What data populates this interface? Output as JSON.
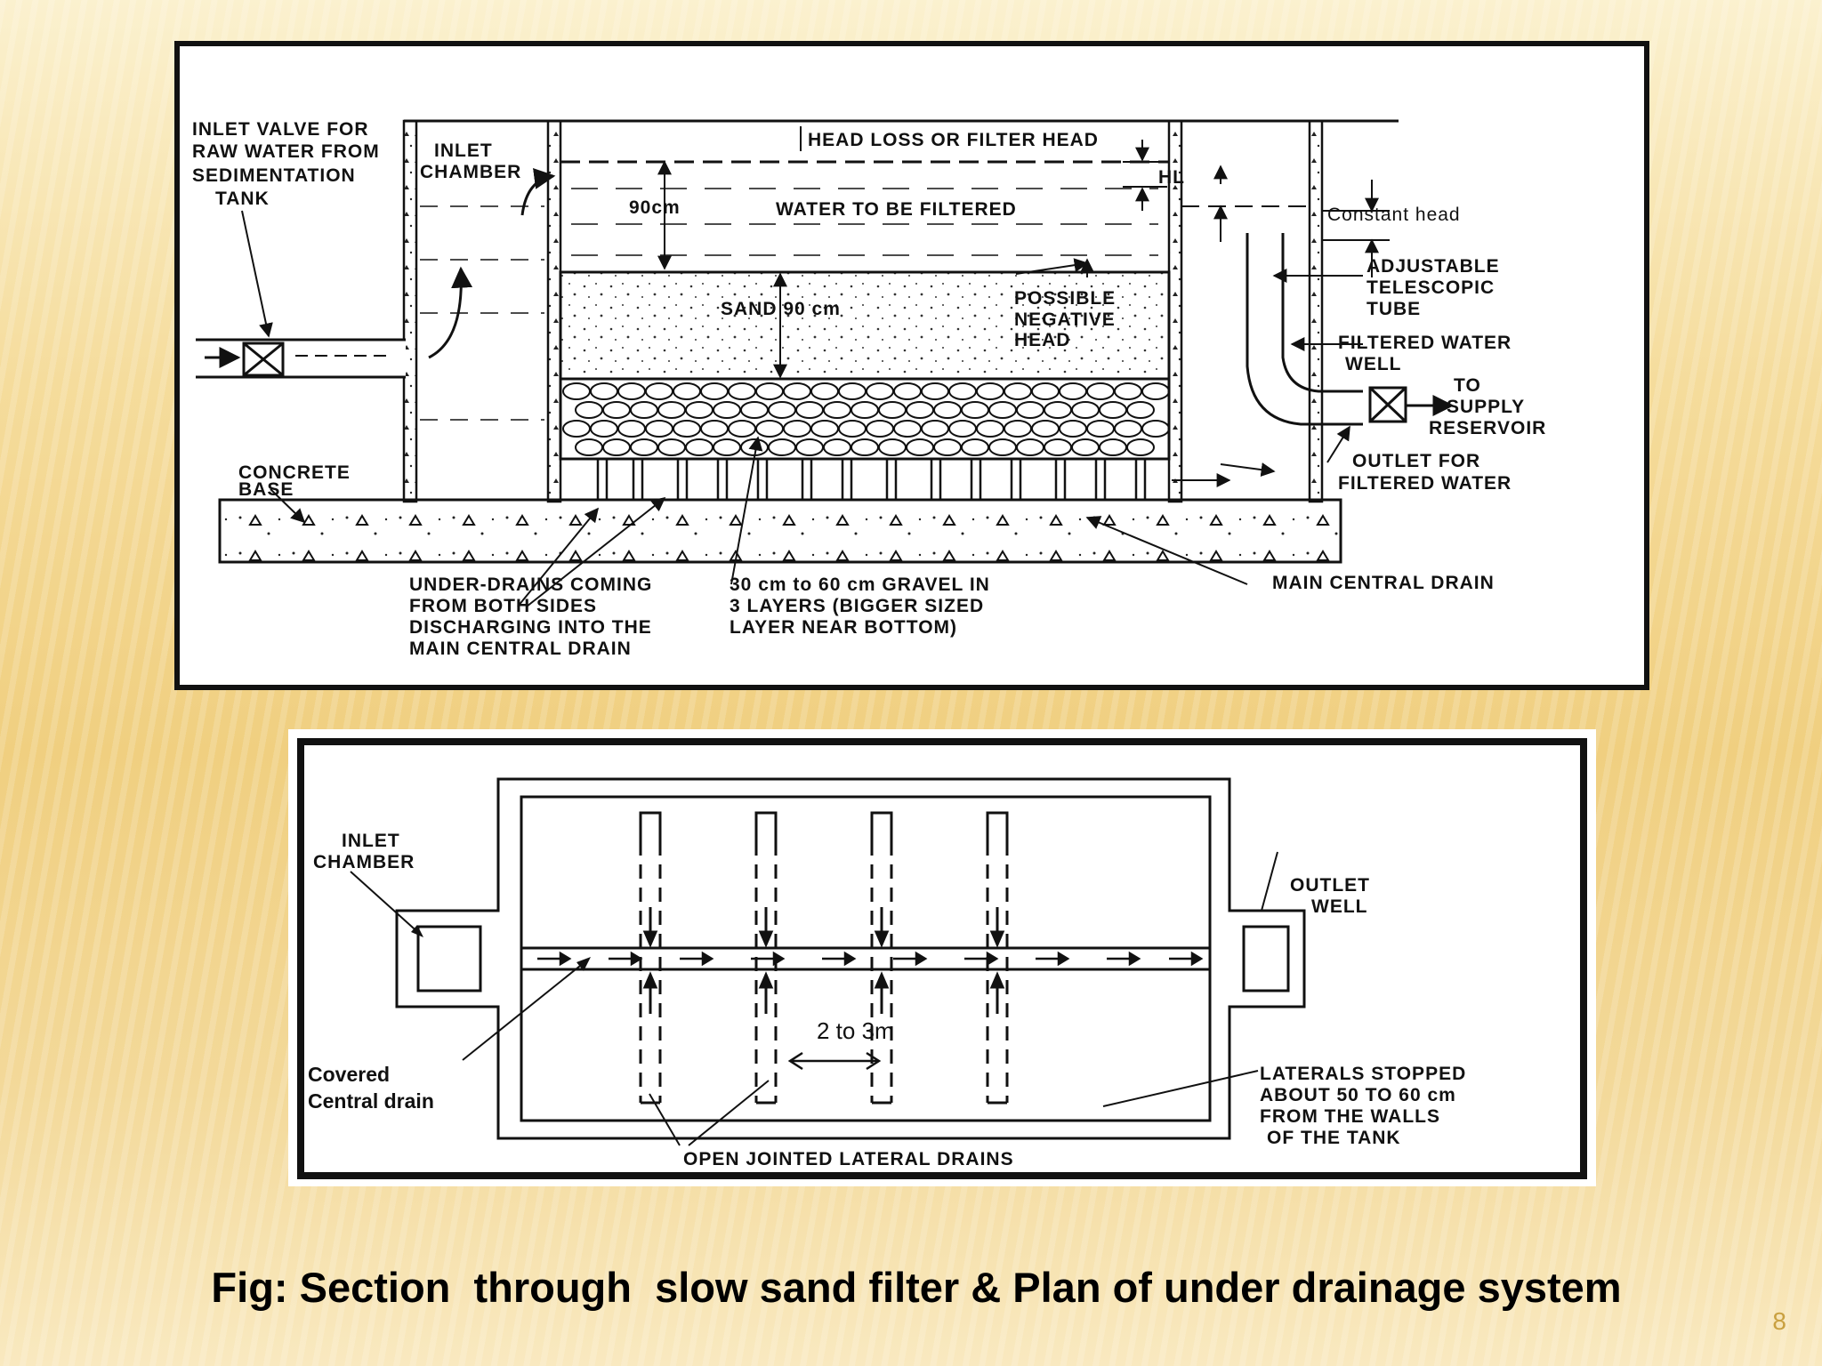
{
  "section": {
    "inlet_valve_label": [
      "INLET VALVE FOR",
      "RAW WATER FROM",
      "SEDIMENTATION",
      "TANK"
    ],
    "inlet_chamber_label": [
      "INLET",
      "CHAMBER"
    ],
    "head_loss_label": "HEAD LOSS OR FILTER HEAD",
    "hl_label": "HL",
    "water_depth_label": "90cm",
    "water_label": "WATER TO BE FILTERED",
    "sand_label": "SAND 90 cm",
    "negative_head_label": [
      "POSSIBLE",
      "NEGATIVE",
      "HEAD"
    ],
    "constant_head_label": "Constant head",
    "telescopic_tube_label": [
      "ADJUSTABLE",
      "TELESCOPIC",
      "TUBE"
    ],
    "filtered_well_label": [
      "FILTERED WATER",
      "WELL"
    ],
    "supply_label": [
      "TO",
      "SUPPLY",
      "RESERVOIR"
    ],
    "outlet_label": [
      "OUTLET FOR",
      "FILTERED WATER"
    ],
    "concrete_base_label": [
      "CONCRETE",
      "BASE"
    ],
    "under_drains_label": [
      "UNDER-DRAINS COMING",
      "FROM BOTH SIDES",
      "DISCHARGING INTO THE",
      "MAIN CENTRAL DRAIN"
    ],
    "gravel_label": [
      "30 cm  to 60 cm GRAVEL IN",
      "3 LAYERS (BIGGER SIZED",
      "LAYER NEAR BOTTOM)"
    ],
    "main_drain_label": "MAIN CENTRAL DRAIN"
  },
  "plan": {
    "inlet_chamber_label": [
      "INLET",
      "CHAMBER"
    ],
    "outlet_well_label": [
      "OUTLET",
      "WELL"
    ],
    "spacing_label": "2 to 3m",
    "covered_drain_label": [
      "Covered",
      "Central drain"
    ],
    "laterals_label": [
      "LATERALS  STOPPED",
      "ABOUT 50 TO 60 cm",
      "FROM THE WALLS",
      "OF  THE  TANK"
    ],
    "open_drains_label": "OPEN  JOINTED LATERAL DRAINS"
  },
  "caption": "Fig: Section  through  slow sand filter & Plan of under drainage system",
  "slide_number": "8"
}
